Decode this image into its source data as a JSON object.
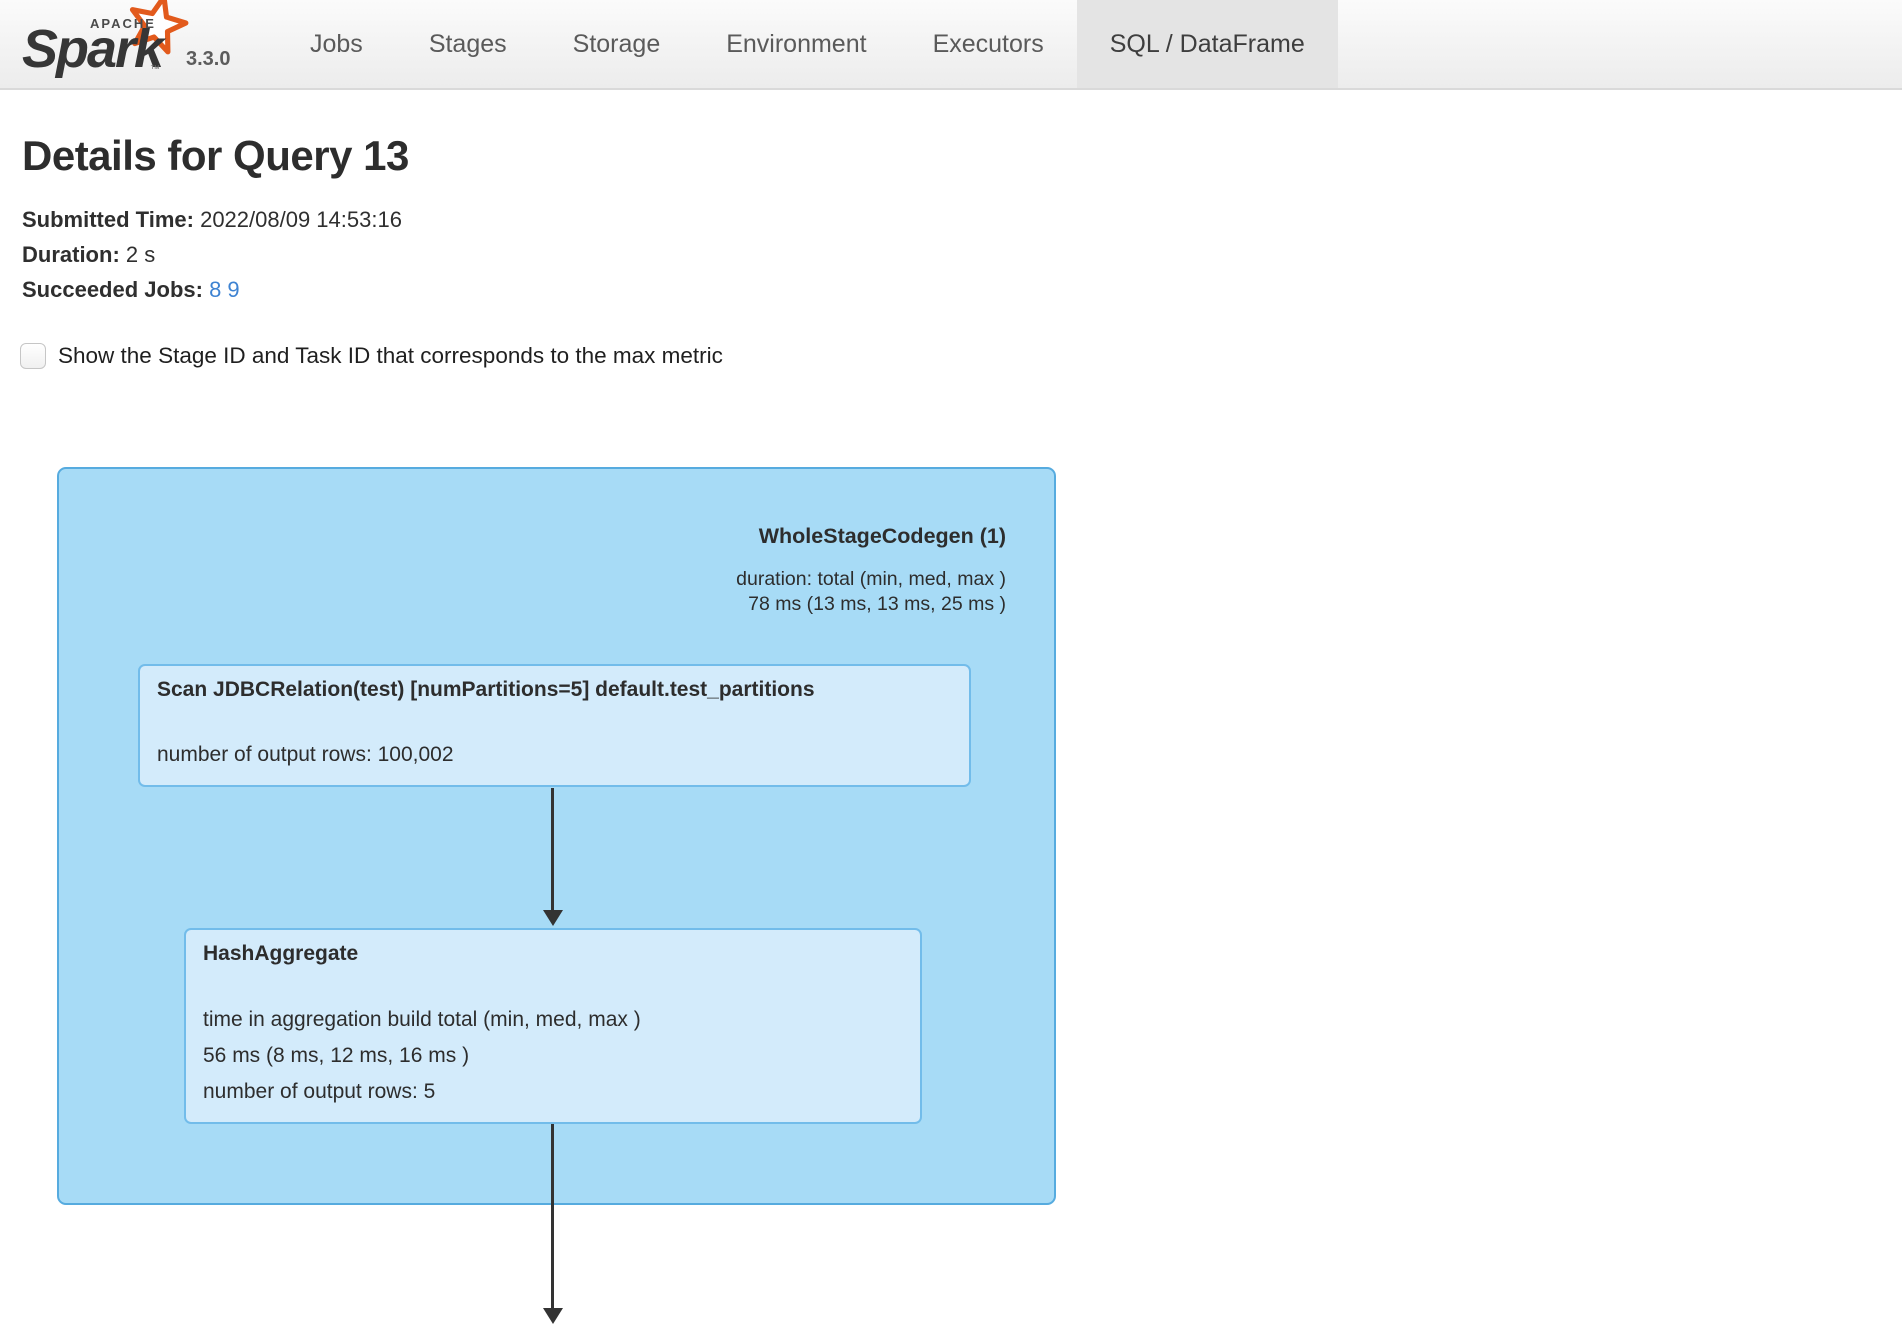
{
  "nav": {
    "logo": {
      "apache": "APACHE",
      "name": "Spark",
      "tm": "™"
    },
    "version": "3.3.0",
    "tabs": [
      {
        "label": "Jobs",
        "active": false
      },
      {
        "label": "Stages",
        "active": false
      },
      {
        "label": "Storage",
        "active": false
      },
      {
        "label": "Environment",
        "active": false
      },
      {
        "label": "Executors",
        "active": false
      },
      {
        "label": "SQL / DataFrame",
        "active": true
      }
    ]
  },
  "page": {
    "title": "Details for Query 13",
    "meta": {
      "submitted_label": "Submitted Time:",
      "submitted_value": "2022/08/09 14:53:16",
      "duration_label": "Duration:",
      "duration_value": "2 s",
      "jobs_label": "Succeeded Jobs:",
      "job_links": [
        "8",
        "9"
      ]
    },
    "checkbox_label": "Show the Stage ID and Task ID that corresponds to the max metric",
    "checkbox_checked": false
  },
  "dag": {
    "cluster": {
      "title": "WholeStageCodegen (1)",
      "metric_line1": "duration: total (min, med, max )",
      "metric_line2": "78 ms (13 ms, 13 ms, 25 ms )"
    },
    "nodes": [
      {
        "title": "Scan JDBCRelation(test) [numPartitions=5] default.test_partitions",
        "metrics": [
          "number of output rows: 100,002"
        ]
      },
      {
        "title": "HashAggregate",
        "metrics": [
          "time in aggregation build total (min, med, max )",
          "56 ms (8 ms, 12 ms, 16 ms )",
          "number of output rows: 5"
        ]
      }
    ]
  },
  "colors": {
    "link": "#3e83d2",
    "nav_active_bg": "#e4e4e4",
    "cluster_fill": "#a7dbf6",
    "cluster_border": "#56abdf",
    "node_fill": "#d3ebfb",
    "node_border": "#72bcea",
    "arrow": "#333333",
    "spark_orange": "#e25a1c"
  }
}
